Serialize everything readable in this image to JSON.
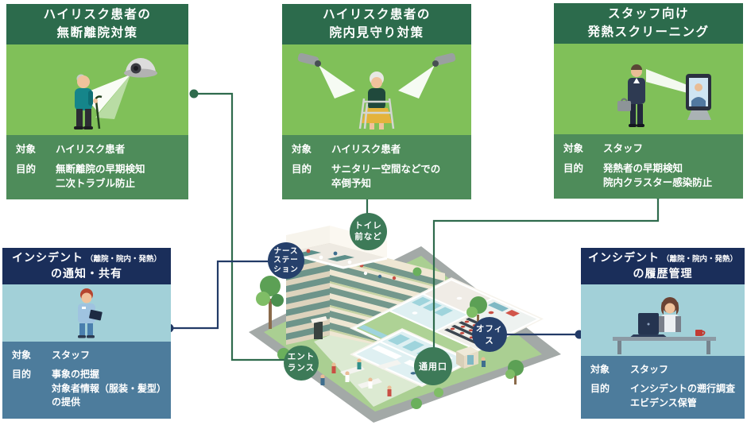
{
  "labels": {
    "target": "対象",
    "purpose": "目的"
  },
  "cards": {
    "escape": {
      "title_line1": "ハイリスク患者の",
      "title_line2": "無断離院対策",
      "target": "ハイリスク患者",
      "purpose_line1": "無断離院の早期検知",
      "purpose_line2": "二次トラブル防止"
    },
    "watch": {
      "title_line1": "ハイリスク患者の",
      "title_line2": "院内見守り対策",
      "target": "ハイリスク患者",
      "purpose_line1": "サニタリー空間などでの",
      "purpose_line2": "卒倒予知"
    },
    "fever": {
      "title_line1": "スタッフ向け",
      "title_line2": "発熱スクリーニング",
      "target": "スタッフ",
      "purpose_line1": "発熱者の早期検知",
      "purpose_line2": "院内クラスター感染防止"
    },
    "notify": {
      "title_main": "インシデント",
      "title_sub": "（離院・院内・発熱）",
      "title_line2": "の通知・共有",
      "target": "スタッフ",
      "purpose_line1": "事象の把握",
      "purpose_line2": "対象者情報（服装・髪型）",
      "purpose_line3": "の提供"
    },
    "history": {
      "title_main": "インシデント",
      "title_sub": "（離院・院内・発熱）",
      "title_line2": "の履歴管理",
      "target": "スタッフ",
      "purpose_line1": "インシデントの遡行調査",
      "purpose_line2": "エビデンス保管"
    }
  },
  "map": {
    "nurse_station_1": "ナース",
    "nurse_station_2": "ステー",
    "nurse_station_3": "ション",
    "toilet_1": "トイレ",
    "toilet_2": "前など",
    "entrance_1": "エント",
    "entrance_2": "ランス",
    "service_door": "通用口",
    "office": "オフィス"
  },
  "colors": {
    "green_header": "#2c6b4c",
    "green_illustration": "#80c059",
    "green_info": "#4e8c5a",
    "navy_header": "#1a2e5a",
    "blue_illustration": "#a2d0d8",
    "blue_info": "#4d7c9c",
    "connector_green": "#2f6b4d",
    "connector_navy": "#223a66",
    "circle_green": "#3d7a58",
    "circle_navy": "#26406b"
  }
}
